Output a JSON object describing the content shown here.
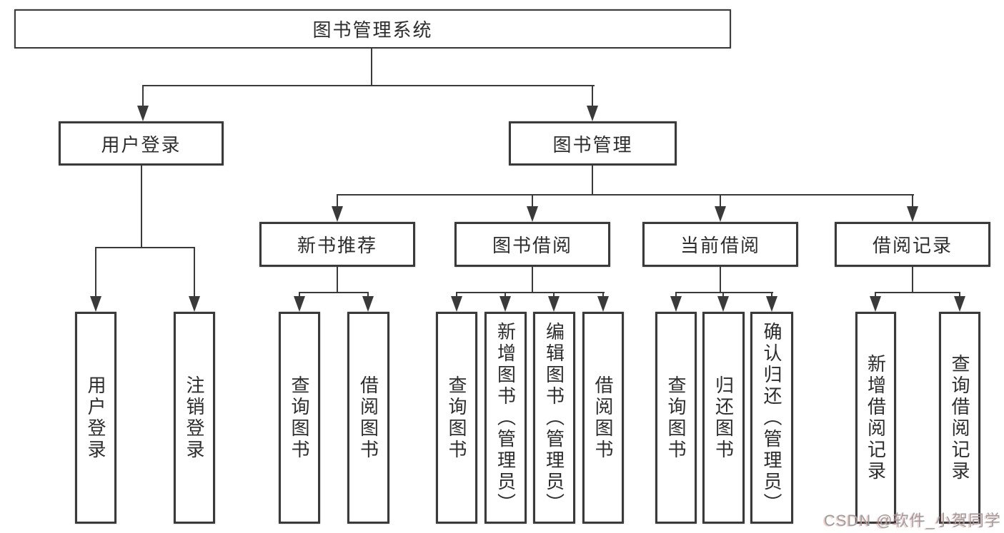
{
  "tree": {
    "label": "图书管理系统",
    "children": [
      {
        "label": "用户登录",
        "children": [
          {
            "label": "用户登录"
          },
          {
            "label": "注销登录"
          }
        ]
      },
      {
        "label": "图书管理",
        "children": [
          {
            "label": "新书推荐",
            "children": [
              {
                "label": "查询图书"
              },
              {
                "label": "借阅图书"
              }
            ]
          },
          {
            "label": "图书借阅",
            "children": [
              {
                "label": "查询图书"
              },
              {
                "label": "新增图书（管理员）"
              },
              {
                "label": "编辑图书（管理员）"
              },
              {
                "label": "借阅图书"
              }
            ]
          },
          {
            "label": "当前借阅",
            "children": [
              {
                "label": "查询图书"
              },
              {
                "label": "归还图书"
              },
              {
                "label": "确认归还（管理员）"
              }
            ]
          },
          {
            "label": "借阅记录",
            "children": [
              {
                "label": "新增借阅记录"
              },
              {
                "label": "查询借阅记录"
              }
            ]
          }
        ]
      }
    ]
  },
  "watermark": {
    "text": "CSDN @软件_小贺同学"
  },
  "colors": {
    "line": "#3a3a3a",
    "text": "#2d2d2d",
    "background": "#ffffff",
    "watermark": "#9e9e9e"
  }
}
